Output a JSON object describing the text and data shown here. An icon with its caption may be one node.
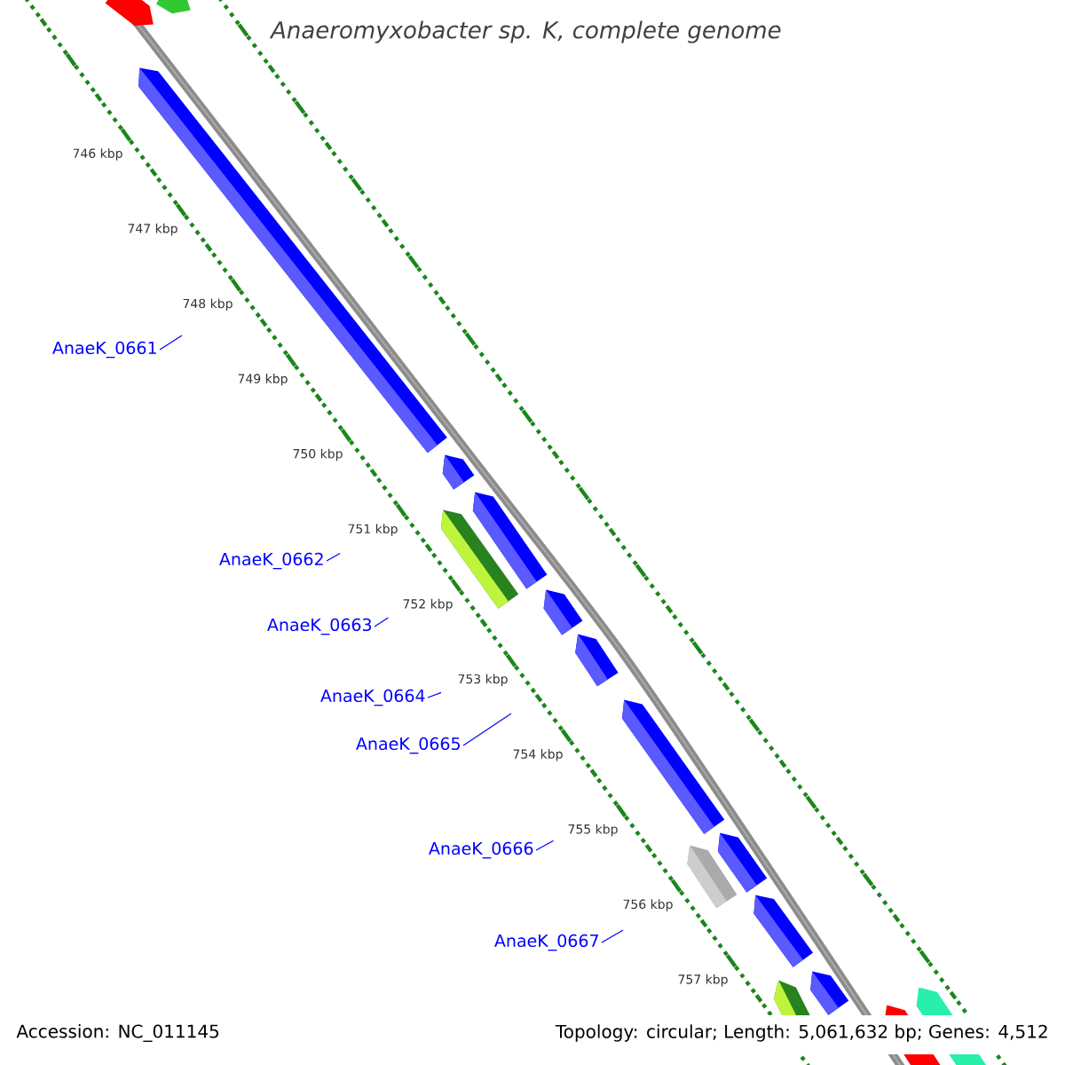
{
  "diagram": {
    "title": "Anaeromyxobacter sp. K, complete genome",
    "nodes": [
      {
        "text": [
          "AnaeK_0661"
        ]
      },
      {
        "text": [
          "AnaeK_0662"
        ]
      },
      {
        "text": [
          "AnaeK_0663"
        ]
      },
      {
        "text": [
          "AnaeK_0664"
        ]
      },
      {
        "text": [
          "AnaeK_0665"
        ]
      },
      {
        "text": [
          "AnaeK_0666"
        ]
      },
      {
        "text": [
          "AnaeK_0667"
        ]
      }
    ],
    "edges": [
      {
        "from": 0,
        "to": null,
        "arrow": "none"
      },
      {
        "from": 1,
        "to": null,
        "arrow": "none"
      },
      {
        "from": 2,
        "to": null,
        "arrow": "none"
      },
      {
        "from": 3,
        "to": null,
        "arrow": "none"
      },
      {
        "from": 4,
        "to": null,
        "arrow": "none"
      },
      {
        "from": 5,
        "to": null,
        "arrow": "none"
      },
      {
        "from": 6,
        "to": null,
        "arrow": "none"
      }
    ],
    "labels": [
      "746 kbp",
      "747 kbp",
      "748 kbp",
      "749 kbp",
      "750 kbp",
      "751 kbp",
      "752 kbp",
      "753 kbp",
      "754 kbp",
      "755 kbp",
      "756 kbp",
      "757 kbp",
      "Accession: NC_011145",
      "Topology: circular; Length: 5,061,632 bp; Genes: 4,512"
    ]
  }
}
